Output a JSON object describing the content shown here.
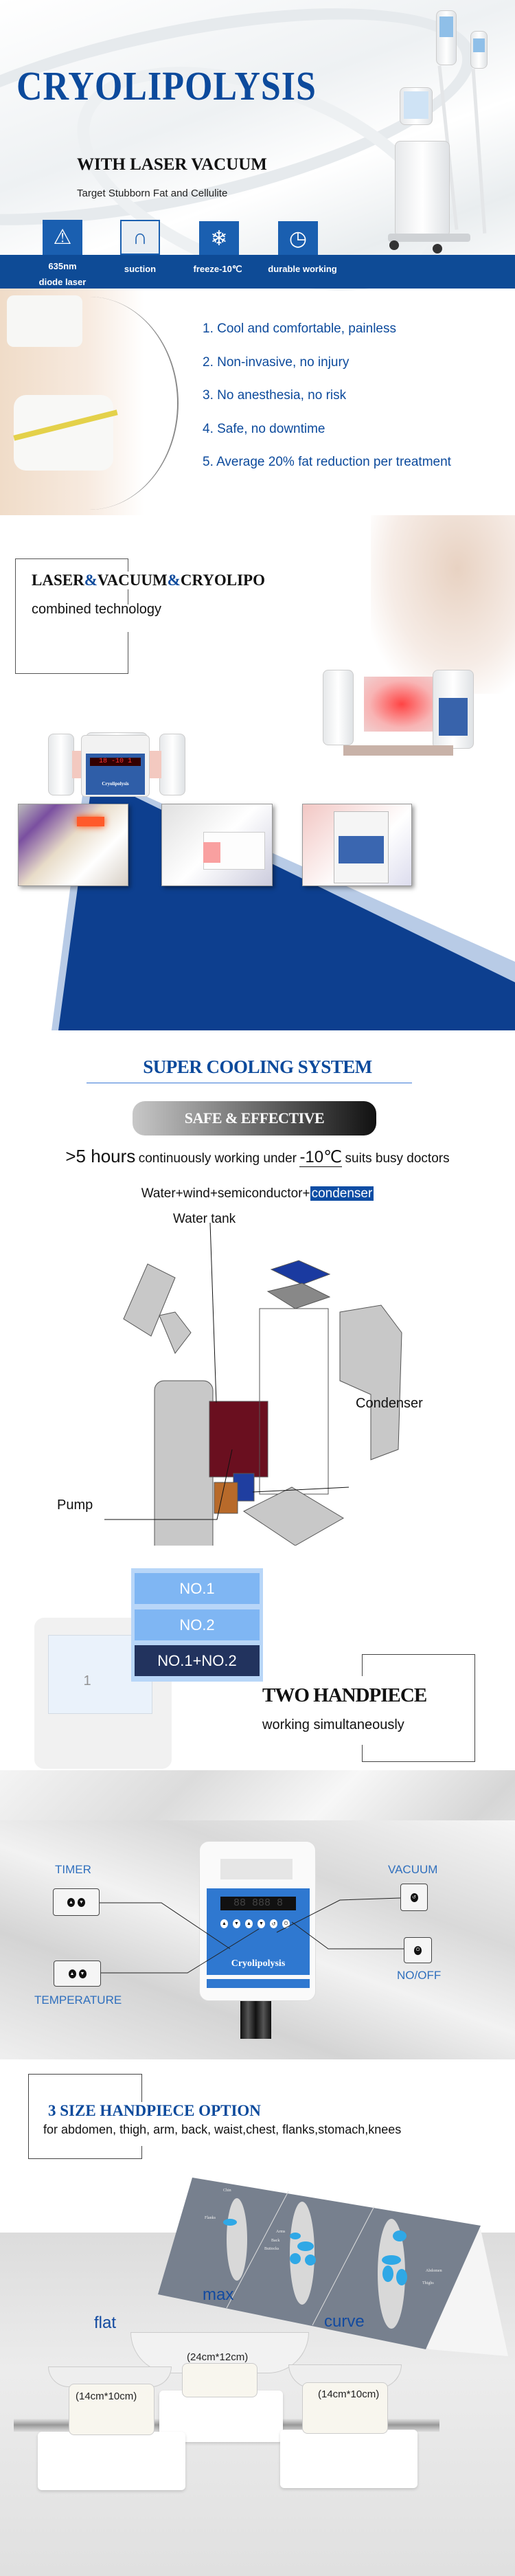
{
  "hero": {
    "title": "CRYOLIPOLYSIS",
    "subtitle": "WITH LASER VACUUM",
    "tagline": "Target Stubborn Fat and Cellulite",
    "features": [
      {
        "icon": "laser-warning-icon",
        "label_line1": "635nm",
        "label_line2": "diode laser"
      },
      {
        "icon": "suction-icon",
        "label_line1": "suction"
      },
      {
        "icon": "snowflake-icon",
        "label_line1": "freeze-10℃"
      },
      {
        "icon": "clock-icon",
        "label_line1": "durable working"
      }
    ]
  },
  "benefits": [
    "1.  Cool and comfortable, painless",
    "2.  Non-invasive, no injury",
    "3.  No anesthesia, no risk",
    "4.  Safe, no downtime",
    "5.  Average 20% fat reduction per treatment"
  ],
  "technology": {
    "heading_part1": "LASER",
    "amp": "&",
    "heading_part2": "VACUUM",
    "heading_part3": "CRYOLIPO",
    "subheading": "combined technology",
    "handpiece_display": "18 -10 1",
    "handpiece_brand": "Cryolipolysis"
  },
  "cooling": {
    "heading": "SUPER COOLING SYSTEM",
    "badge": "SAFE & EFFECTIVE",
    "line1_big": ">5 hours",
    "line1_mid": "continuously working under",
    "line1_temp": "-10℃",
    "line1_end": "suits busy doctors",
    "line2": "Water+wind+semiconductor+",
    "line2_highlight": "condenser",
    "labels": {
      "water_tank": "Water tank",
      "condenser": "Condenser",
      "pump": "Pump"
    }
  },
  "handpieces": {
    "menu": [
      "NO.1",
      "NO.2",
      "NO.1+NO.2"
    ],
    "screen_value": "1",
    "heading": "TWO HANDPIECE",
    "subheading": "working simultaneously"
  },
  "controls": {
    "timer": "TIMER",
    "temperature": "TEMPERATURE",
    "vacuum": "VACUUM",
    "onoff": "NO/OFF",
    "display": "88 888 8",
    "brand": "Cryolipolysis"
  },
  "sizes": {
    "heading": "3 SIZE HANDPIECE OPTION",
    "areas": "for abdomen, thigh, arm, back, waist,chest, flanks,stomach,knees",
    "chart_labels": [
      "Chin",
      "Flanks",
      "Arms",
      "Back",
      "Buttocks",
      "Abdomen",
      "Thighs"
    ],
    "options": [
      {
        "name": "max",
        "size": "(24cm*12cm)"
      },
      {
        "name": "flat",
        "size": "(14cm*10cm)"
      },
      {
        "name": "curve",
        "size": "(14cm*10cm)"
      }
    ]
  },
  "colors": {
    "brand_blue": "#0c4a9c",
    "band_blue": "#0e4b96",
    "menu_light": "#7fb6f3",
    "menu_dark": "#22335e"
  }
}
